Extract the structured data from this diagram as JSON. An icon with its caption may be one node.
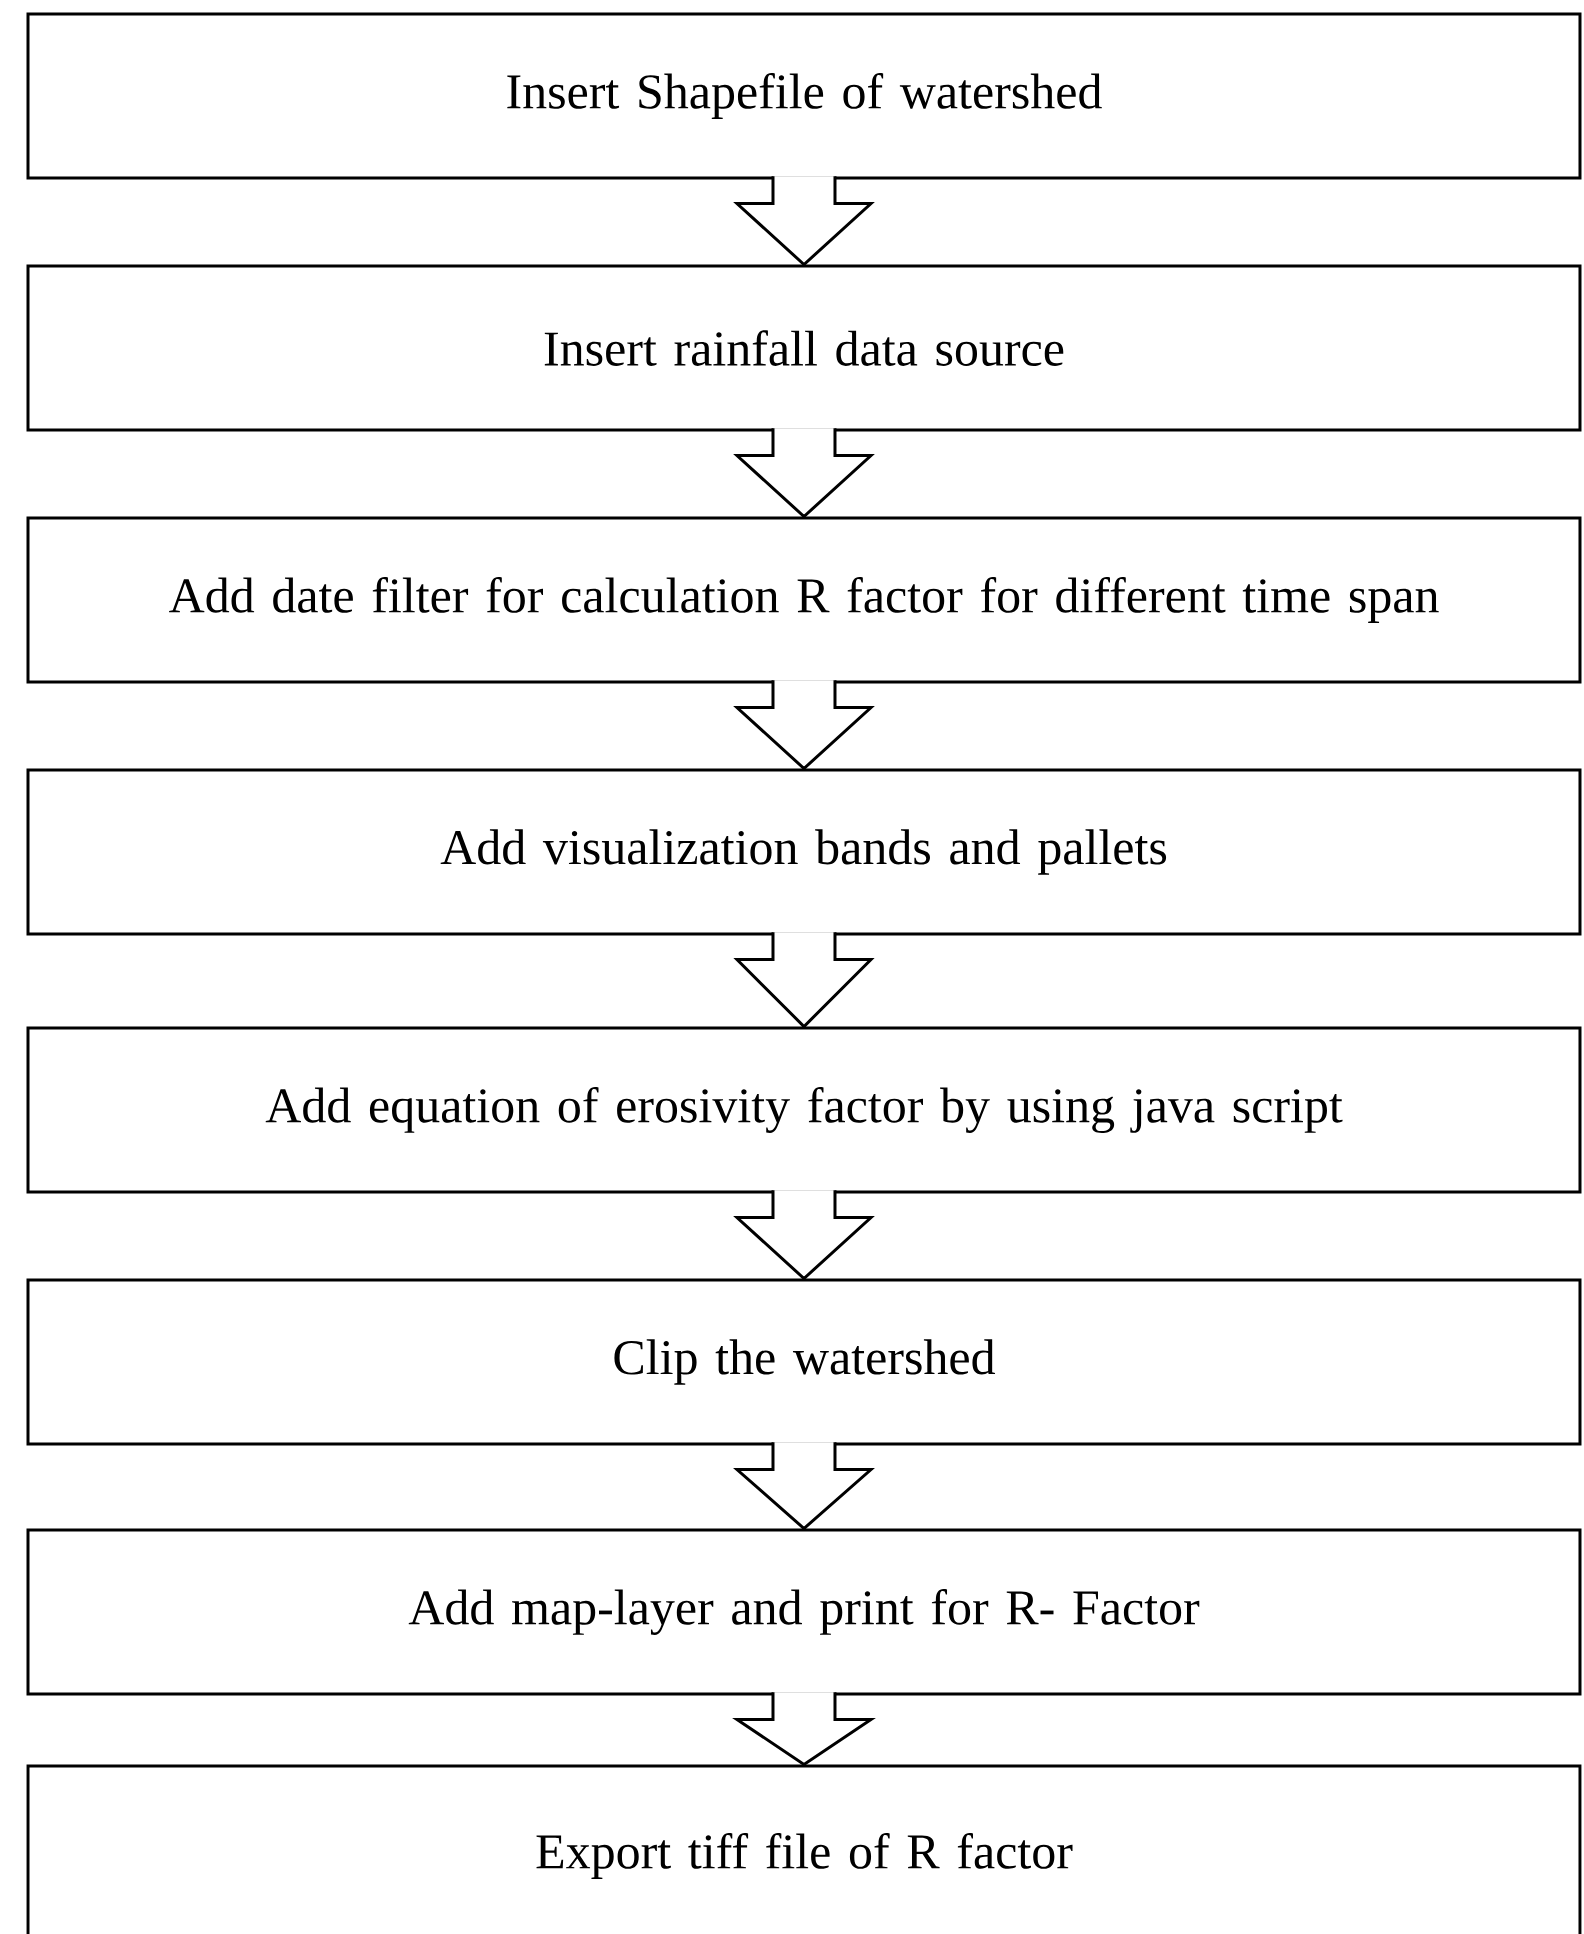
{
  "diagram": {
    "nodes": [
      {
        "text": [
          "Insert Shapefile of watershed"
        ]
      },
      {
        "text": [
          "Insert rainfall data source"
        ]
      },
      {
        "text": [
          "Add date filter for calculation R factor for different time span"
        ]
      },
      {
        "text": [
          "Add visualization bands and pallets"
        ]
      },
      {
        "text": [
          "Add equation of erosivity factor by using java script"
        ]
      },
      {
        "text": [
          "Clip the watershed"
        ]
      },
      {
        "text": [
          "Add map-layer and print for R- Factor"
        ]
      },
      {
        "text": [
          "Export tiff file of R factor"
        ]
      }
    ],
    "edges": [
      {
        "from": 0,
        "to": 1,
        "arrow": "to"
      },
      {
        "from": 1,
        "to": 2,
        "arrow": "to"
      },
      {
        "from": 2,
        "to": 3,
        "arrow": "to"
      },
      {
        "from": 3,
        "to": 4,
        "arrow": "to"
      },
      {
        "from": 4,
        "to": 5,
        "arrow": "to"
      },
      {
        "from": 5,
        "to": 6,
        "arrow": "to"
      },
      {
        "from": 6,
        "to": 7,
        "arrow": "to"
      }
    ]
  }
}
